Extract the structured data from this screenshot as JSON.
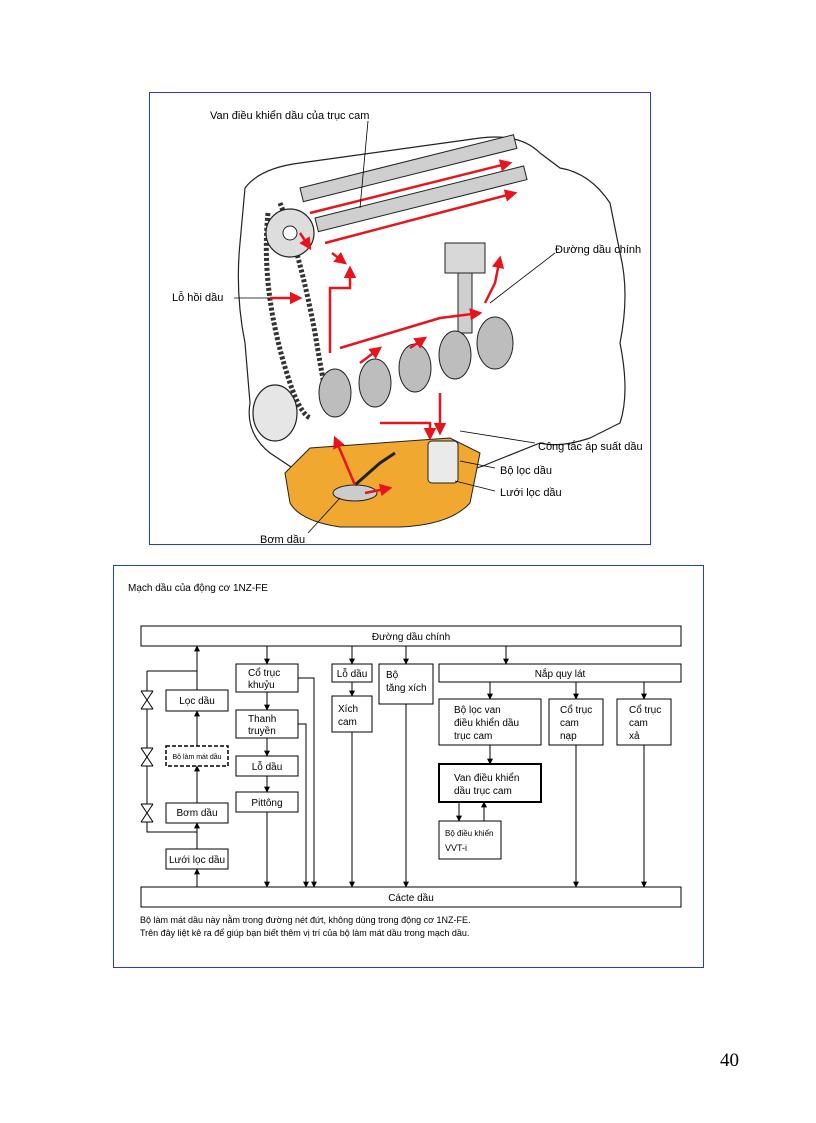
{
  "engine_figure": {
    "labels": {
      "camshaft_oil_control_valve": "Van điều khiển dầu của trục cam",
      "main_oil_gallery": "Đường dầu chính",
      "oil_return_hole": "Lỗ hồi dầu",
      "oil_pressure_switch": "Công tắc áp suất dầu",
      "oil_filter": "Bộ lọc dầu",
      "oil_strainer": "Lưới lọc dầu",
      "oil_pump": "Bơm dầu"
    }
  },
  "flow_diagram": {
    "title": "Mạch dầu của động cơ 1NZ-FE",
    "main_gallery": "Đường dầu chính",
    "oil_pan": "Cácte dầu",
    "left_column": {
      "oil_filter": "Lọc dầu",
      "oil_cooler": "Bộ làm mát dầu",
      "oil_pump": "Bơm dầu",
      "oil_strainer": "Lưới lọc dầu"
    },
    "crank_column": {
      "crankshaft_l1": "Cổ trục",
      "crankshaft_l2": "khuỷu",
      "conrod_l1": "Thanh",
      "conrod_l2": "truyền",
      "oil_hole": "Lỗ dầu",
      "piston": "Pittông"
    },
    "chain_column": {
      "oil_hole": "Lỗ dầu",
      "chain_cam_l1": "Xích",
      "chain_cam_l2": "cam"
    },
    "tensioner": {
      "l1": "Bộ",
      "l2": "tăng xích"
    },
    "cylinder_head": {
      "label": "Nắp quy lát",
      "ocv_filter_l1": "Bộ lọc van",
      "ocv_filter_l2": "điều khiển dầu",
      "ocv_filter_l3": "trục cam",
      "ocv_l1": "Van điều khiển",
      "ocv_l2": "dầu trục cam",
      "vvti_l1": "Bộ điều khiển",
      "vvti_l2": "VVT-i",
      "intake_cam_l1": "Cổ trục",
      "intake_cam_l2": "cam",
      "intake_cam_l3": "nạp",
      "exhaust_cam_l1": "Cổ trục",
      "exhaust_cam_l2": "cam",
      "exhaust_cam_l3": "xả"
    },
    "notes": [
      "Bộ làm mát dầu này nằm trong đường nét đứt, không dùng trong động cơ 1NZ-FE.",
      "Trên đây liệt kê ra để giúp bạn biết thêm vị trí của bộ làm mát dầu trong mạch dầu."
    ]
  },
  "page_number": "40",
  "colors": {
    "frame": "#2a3ad8",
    "oil_flow": "#e8141c",
    "oil_pan": "#f0a830"
  }
}
